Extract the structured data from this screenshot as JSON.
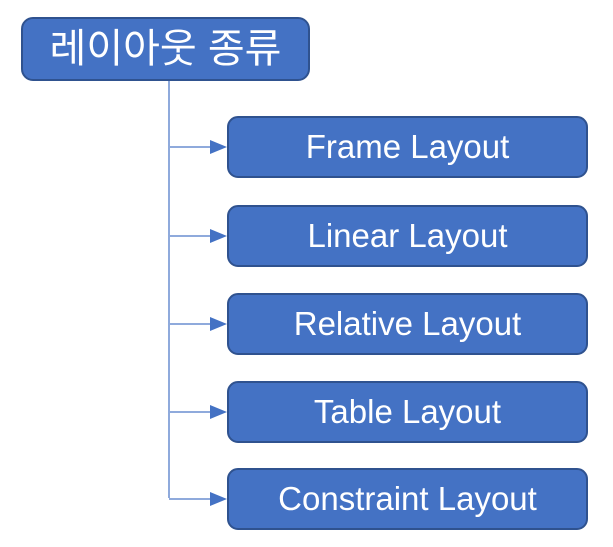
{
  "diagram": {
    "title": "레이아웃 종류",
    "type": "tree",
    "background_color": "#FFFFFF",
    "node_fill_color": "#4472C4",
    "node_border_color": "#2F528F",
    "node_text_color": "#FFFFFF",
    "connector_color": "#8FAADC",
    "arrow_color": "#4472C4",
    "root": {
      "label": "레이아웃 종류"
    },
    "children": [
      {
        "label": "Frame Layout"
      },
      {
        "label": "Linear Layout"
      },
      {
        "label": "Relative Layout"
      },
      {
        "label": "Table Layout"
      },
      {
        "label": "Constraint Layout"
      }
    ]
  }
}
